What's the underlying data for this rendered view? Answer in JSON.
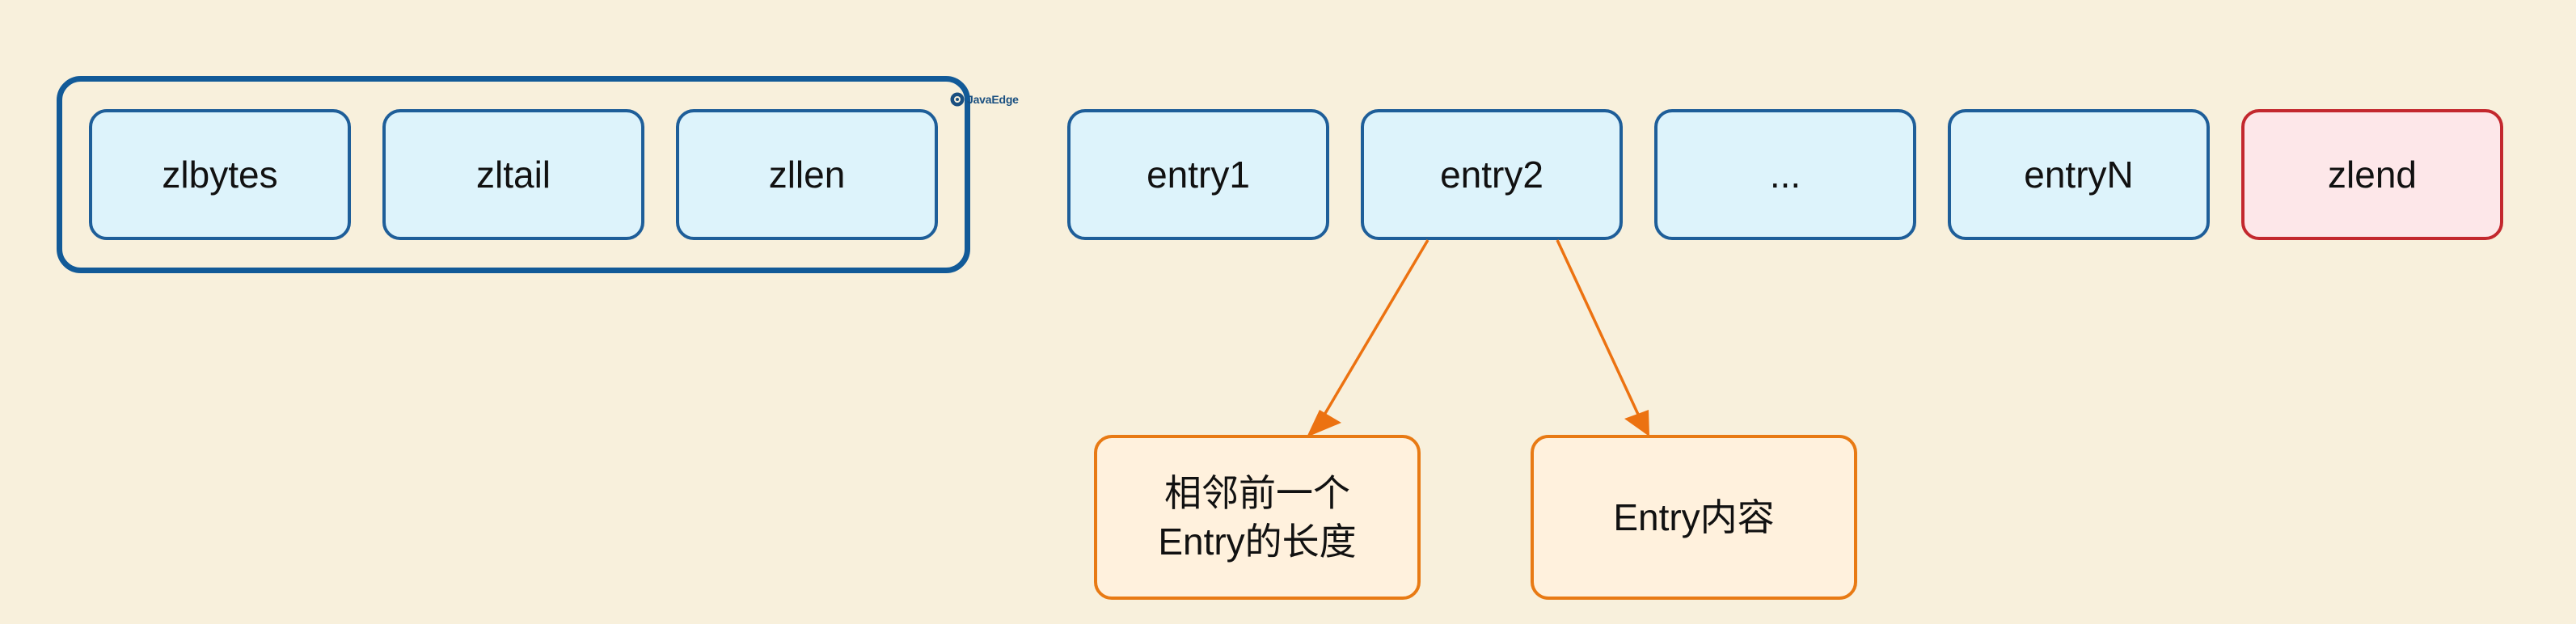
{
  "header_fields": [
    {
      "id": "zlbytes",
      "label": "zlbytes"
    },
    {
      "id": "zltail",
      "label": "zltail"
    },
    {
      "id": "zllen",
      "label": "zllen"
    }
  ],
  "entries": [
    {
      "id": "entry1",
      "label": "entry1"
    },
    {
      "id": "entry2",
      "label": "entry2"
    },
    {
      "id": "ellipsis",
      "label": "..."
    },
    {
      "id": "entryN",
      "label": "entryN"
    }
  ],
  "end": {
    "label": "zlend"
  },
  "details": {
    "prev_len_line1": "相邻前一个",
    "prev_len_line2": "Entry的长度",
    "content": "Entry内容"
  },
  "watermark": {
    "text": "JavaEdge"
  },
  "colors": {
    "background": "#f8f0dc",
    "group_border": "#125a98",
    "entry_fill": "#ddf3fb",
    "entry_border": "#1e5e99",
    "end_fill": "#fde7e9",
    "end_border": "#c3282e",
    "detail_fill": "#fff1dd",
    "detail_border": "#e87a14",
    "arrow": "#ec7211"
  }
}
